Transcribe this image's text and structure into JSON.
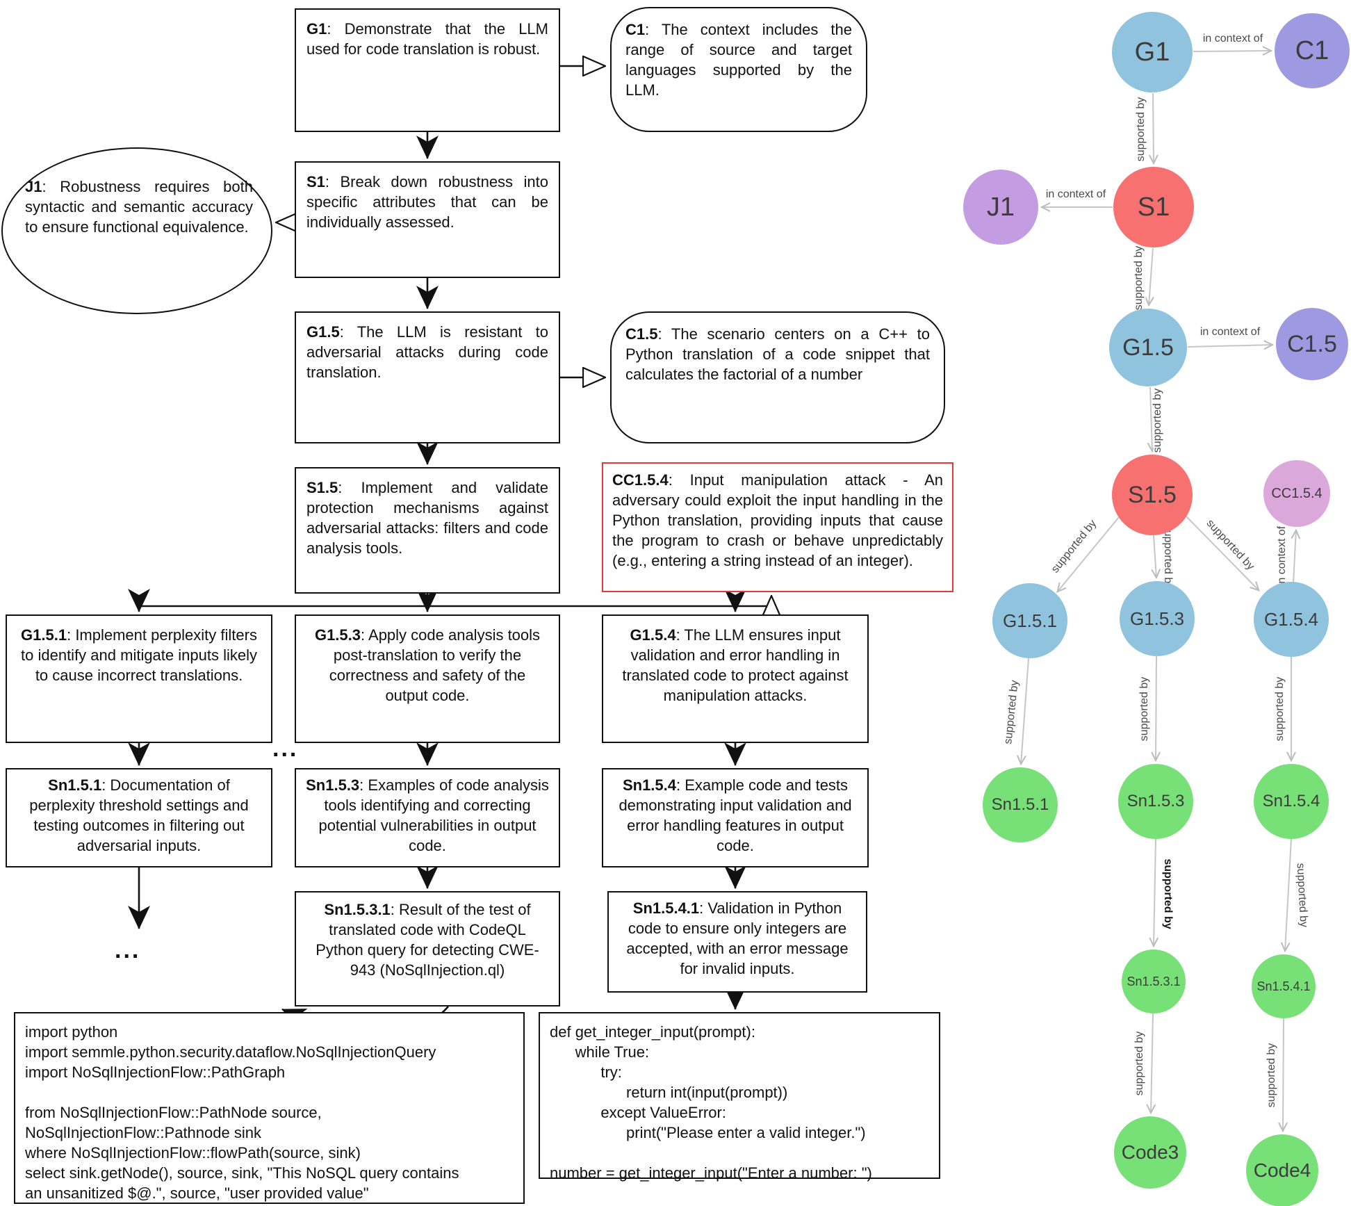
{
  "flow": {
    "g1": {
      "id": "G1",
      "body": "Demonstrate that the LLM used for code translation is robust."
    },
    "c1": {
      "id": "C1",
      "body": "The context includes the range of source and target languages supported by the LLM."
    },
    "j1": {
      "id": "J1",
      "body": "Robustness requires both syntactic and semantic accuracy to ensure functional equivalence."
    },
    "s1": {
      "id": "S1",
      "body": "Break down robustness into specific attributes that can be individually assessed."
    },
    "g1_5": {
      "id": "G1.5",
      "body": "The LLM is resistant to adversarial attacks during code translation."
    },
    "c1_5": {
      "id": "C1.5",
      "body": "The scenario centers on a C++ to Python translation of a code snippet that calculates the factorial of a number"
    },
    "s1_5": {
      "id": "S1.5",
      "body": "Implement and validate protection mechanisms against adversarial attacks: filters and code analysis tools."
    },
    "cc1_5_4": {
      "id": "CC1.5.4",
      "body": "Input manipulation attack - An adversary could exploit the input handling in the Python translation, providing inputs that cause the program to crash or behave unpredictably (e.g., entering a string instead of an integer)."
    },
    "g1_5_1": {
      "id": "G1.5.1",
      "body": "Implement perplexity filters to identify and mitigate inputs likely to cause incorrect translations."
    },
    "g1_5_3": {
      "id": "G1.5.3",
      "body": "Apply code analysis tools post-translation to verify the correctness and safety of the output code."
    },
    "g1_5_4": {
      "id": "G1.5.4",
      "body": "The LLM ensures input validation and error handling in translated code to protect against manipulation attacks."
    },
    "sn1_5_1": {
      "id": "Sn1.5.1",
      "body": "Documentation of perplexity threshold settings and testing outcomes in filtering out adversarial inputs."
    },
    "sn1_5_3": {
      "id": "Sn1.5.3",
      "body": "Examples of code analysis tools identifying and correcting potential vulnerabilities in output code."
    },
    "sn1_5_4": {
      "id": "Sn1.5.4",
      "body": "Example code and tests demonstrating input validation and error handling features in output code."
    },
    "sn1_5_3_1": {
      "id": "Sn1.5.3.1",
      "body": "Result of the test of translated code with CodeQL Python query for detecting CWE-943 (NoSqlInjection.ql)"
    },
    "sn1_5_4_1": {
      "id": "Sn1.5.4.1",
      "body": "Validation in Python code to ensure only integers are accepted, with an error message for invalid inputs."
    },
    "ellipsis_mid": "...",
    "ellipsis_bottom": "...",
    "code_ql": "import python\nimport semmle.python.security.dataflow.NoSqlInjectionQuery\nimport NoSqlInjectionFlow::PathGraph\n\nfrom NoSqlInjectionFlow::PathNode source,\nNoSqlInjectionFlow::Pathnode sink\nwhere NoSqlInjectionFlow::flowPath(source, sink)\nselect sink.getNode(), source, sink, \"This NoSQL query contains\nan unsanitized $@.\", source, \"user provided value\"",
    "code_python": "def get_integer_input(prompt):\n      while True:\n            try:\n                  return int(input(prompt))\n            except ValueError:\n                  print(\"Please enter a valid integer.\")\n\nnumber = get_integer_input(\"Enter a number: \")"
  },
  "graph": {
    "labels": {
      "supported_by": "supported by",
      "in_context_of": "in context of"
    },
    "nodes": {
      "g1": "G1",
      "c1": "C1",
      "j1": "J1",
      "s1": "S1",
      "g1_5": "G1.5",
      "c1_5": "C1.5",
      "s1_5": "S1.5",
      "cc1_5_4": "CC1.5.4",
      "g1_5_1": "G1.5.1",
      "g1_5_3": "G1.5.3",
      "g1_5_4": "G1.5.4",
      "sn1_5_1": "Sn1.5.1",
      "sn1_5_3": "Sn1.5.3",
      "sn1_5_4": "Sn1.5.4",
      "sn1_5_3_1": "Sn1.5.3.1",
      "sn1_5_4_1": "Sn1.5.4.1",
      "code3": "Code3",
      "code4": "Code4"
    },
    "colors": {
      "goal_blue": "#8fc3de",
      "strategy_red": "#f87171",
      "context_purple": "#9e9ae1",
      "justification_lilac": "#c49ce1",
      "counter_claim_plum": "#dba8dc",
      "solution_green": "#77e077",
      "edge_grey": "#c6c6c6",
      "counter_claim_border_red": "#e53935"
    }
  }
}
